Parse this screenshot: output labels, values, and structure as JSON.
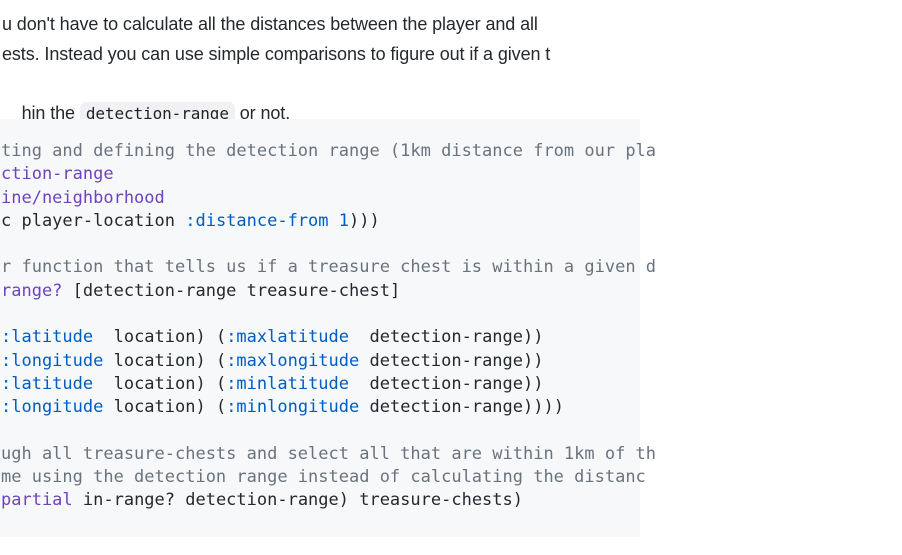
{
  "paragraph": {
    "line1": "u don't have to calculate all the distances between the player and all",
    "line2": "ests. Instead you can use simple comparisons to figure out if a given t",
    "line3_prefix": "hin the ",
    "line3_code": "detection-range",
    "line3_suffix": " or not."
  },
  "colors": {
    "prose_text": "#24292e",
    "code_background": "#f6f8fa",
    "inline_code_background": "#eff1f3",
    "token_plain": "#24292e",
    "token_comment": "#6a737d",
    "token_purple": "#6f42c1",
    "token_blue": "#005cc5"
  },
  "code": {
    "lines": [
      [
        {
          "c": "comment",
          "t": "ting and defining the detection range (1km distance from our pla"
        }
      ],
      [
        {
          "c": "purple",
          "t": "ction-range"
        }
      ],
      [
        {
          "c": "purple",
          "t": "ine/neighborhood"
        }
      ],
      [
        {
          "c": "plain",
          "t": "c player-location "
        },
        {
          "c": "blue",
          "t": ":distance-from"
        },
        {
          "c": "plain",
          "t": " "
        },
        {
          "c": "blue",
          "t": "1"
        },
        {
          "c": "plain",
          "t": ")))"
        }
      ],
      [],
      [
        {
          "c": "comment",
          "t": "r function that tells us if a treasure chest is within a given d"
        }
      ],
      [
        {
          "c": "purple",
          "t": "range?"
        },
        {
          "c": "plain",
          "t": " [detection-range treasure-chest]"
        }
      ],
      [],
      [
        {
          "c": "blue",
          "t": ":latitude"
        },
        {
          "c": "plain",
          "t": "  location) ("
        },
        {
          "c": "blue",
          "t": ":maxlatitude"
        },
        {
          "c": "plain",
          "t": "  detection-range))"
        }
      ],
      [
        {
          "c": "blue",
          "t": ":longitude"
        },
        {
          "c": "plain",
          "t": " location) ("
        },
        {
          "c": "blue",
          "t": ":maxlongitude"
        },
        {
          "c": "plain",
          "t": " detection-range))"
        }
      ],
      [
        {
          "c": "blue",
          "t": ":latitude"
        },
        {
          "c": "plain",
          "t": "  location) ("
        },
        {
          "c": "blue",
          "t": ":minlatitude"
        },
        {
          "c": "plain",
          "t": "  detection-range))"
        }
      ],
      [
        {
          "c": "blue",
          "t": ":longitude"
        },
        {
          "c": "plain",
          "t": " location) ("
        },
        {
          "c": "blue",
          "t": ":minlongitude"
        },
        {
          "c": "plain",
          "t": " detection-range))))"
        }
      ],
      [],
      [
        {
          "c": "comment",
          "t": "ugh all treasure-chests and select all that are within 1km of th"
        }
      ],
      [
        {
          "c": "comment",
          "t": "me using the detection range instead of calculating the distanc"
        }
      ],
      [
        {
          "c": "purple",
          "t": "partial"
        },
        {
          "c": "plain",
          "t": " in-range? detection-range) treasure-chests)"
        }
      ]
    ]
  }
}
